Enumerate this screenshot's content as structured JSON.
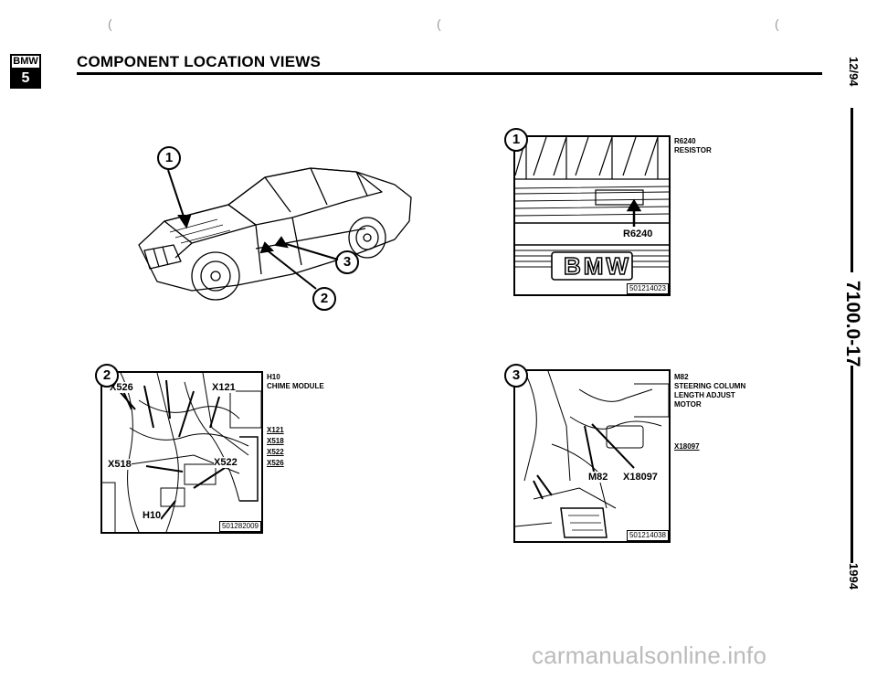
{
  "header": {
    "logo_top": "BMW",
    "logo_bottom": "5",
    "title": "COMPONENT LOCATION VIEWS"
  },
  "side": {
    "date": "12/94",
    "code": "7100.0-17",
    "year": "1994"
  },
  "overview": {
    "callouts": [
      "1",
      "2",
      "3"
    ]
  },
  "view1": {
    "callout": "1",
    "component_code": "R6240",
    "description": "RESISTOR",
    "label": "R6240",
    "logo_text": "BMW",
    "fig_number": "501214023"
  },
  "view2": {
    "callout": "2",
    "component_code": "H10",
    "description": "CHIME MODULE",
    "list": [
      "X121",
      "X518",
      "X522",
      "X526"
    ],
    "labels": {
      "x526": "X526",
      "x121": "X121",
      "x518": "X518",
      "x522": "X522",
      "h10": "H10"
    },
    "fig_number": "501282009"
  },
  "view3": {
    "callout": "3",
    "component_code": "M82",
    "description": [
      "STEERING COLUMN",
      "LENGTH ADJUST",
      "MOTOR"
    ],
    "connector": "X18097",
    "labels": {
      "m82": "M82",
      "x18097": "X18097"
    },
    "fig_number": "501214038"
  },
  "footer": {
    "watermark": "carmanualsonline.info"
  }
}
